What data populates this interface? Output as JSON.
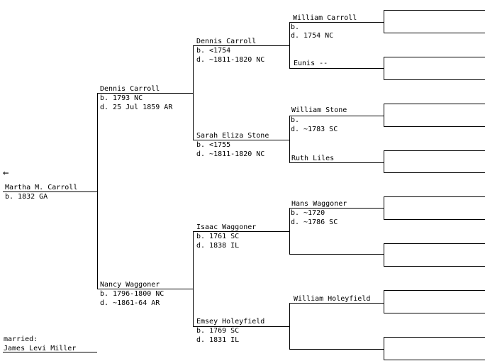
{
  "subject": {
    "name": "Martha M. Carroll",
    "born": "b. 1832 GA"
  },
  "spouse": {
    "caption": "married:",
    "name": "James Levi Miller"
  },
  "father": {
    "name": "Dennis Carroll",
    "born": "b. 1793 NC",
    "died": "d. 25 Jul 1859 AR"
  },
  "mother": {
    "name": "Nancy Waggoner",
    "born": "b. 1796-1800 NC",
    "died": "d. ~1861-64 AR"
  },
  "paternal_grandfather": {
    "name": "Dennis Carroll",
    "born": "b. <1754",
    "died": "d. ~1811-1820 NC"
  },
  "paternal_grandmother": {
    "name": "Sarah Eliza Stone",
    "born": "b. <1755",
    "died": "d. ~1811-1820 NC"
  },
  "maternal_grandfather": {
    "name": "Isaac Waggoner",
    "born": "b. 1761 SC",
    "died": "d. 1838 IL"
  },
  "maternal_grandmother": {
    "name": "Emsey Holeyfield",
    "born": "b. 1769 SC",
    "died": "d. 1831 IL"
  },
  "gg1": {
    "name": "William Carroll",
    "born": "b.",
    "died": "d. 1754 NC"
  },
  "gg2": {
    "name": "Eunis --"
  },
  "gg3": {
    "name": "William Stone",
    "born": "b.",
    "died": "d. ~1783 SC"
  },
  "gg4": {
    "name": "Ruth Liles"
  },
  "gg5": {
    "name": "Hans Waggoner",
    "born": "b. ~1720",
    "died": "d. ~1786 SC"
  },
  "gg6": {
    "name": ""
  },
  "gg7": {
    "name": "William Holeyfield"
  },
  "gg8": {
    "name": ""
  },
  "back_arrow": {
    "icon": "left-arrow-icon",
    "glyph": "←"
  }
}
